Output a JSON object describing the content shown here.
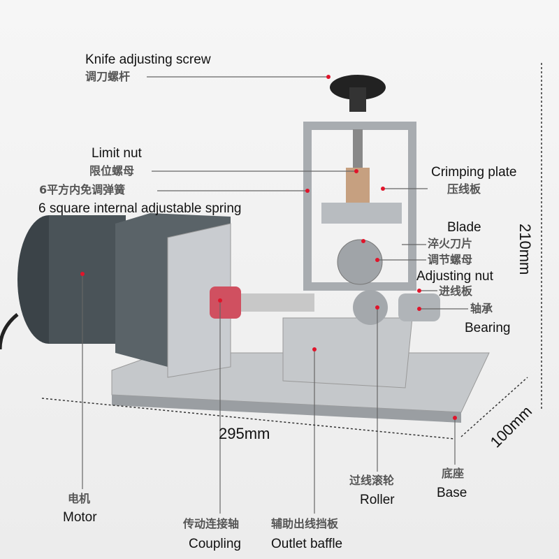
{
  "labels": {
    "knife_screw_en": "Knife adjusting screw",
    "knife_screw_cn": "调刀螺杆",
    "limit_nut_en": "Limit nut",
    "limit_nut_cn": "限位螺母",
    "spring_cn": "6平方内免调弹簧",
    "spring_en": "6 square internal adjustable spring",
    "crimping_en": "Crimping plate",
    "crimping_cn": "压线板",
    "blade_en": "Blade",
    "blade_cn": "淬火刀片",
    "adjust_cn": "调节螺母",
    "adjust_en": "Adjusting nut",
    "inlet_cn": "进线板",
    "bearing_cn": "轴承",
    "bearing_en": "Bearing",
    "roller_cn": "过线滚轮",
    "roller_en": "Roller",
    "base_cn": "底座",
    "base_en": "Base",
    "motor_cn": "电机",
    "motor_en": "Motor",
    "coupling_cn": "传动连接轴",
    "coupling_en": "Coupling",
    "baffle_cn": "辅助出线挡板",
    "baffle_en": "Outlet baffle"
  },
  "dimensions": {
    "height": "210mm",
    "length": "295mm",
    "width": "100mm"
  },
  "colors": {
    "marker": "#e0142a",
    "motor": "#4a5358",
    "steel": "#b8bcc0"
  }
}
